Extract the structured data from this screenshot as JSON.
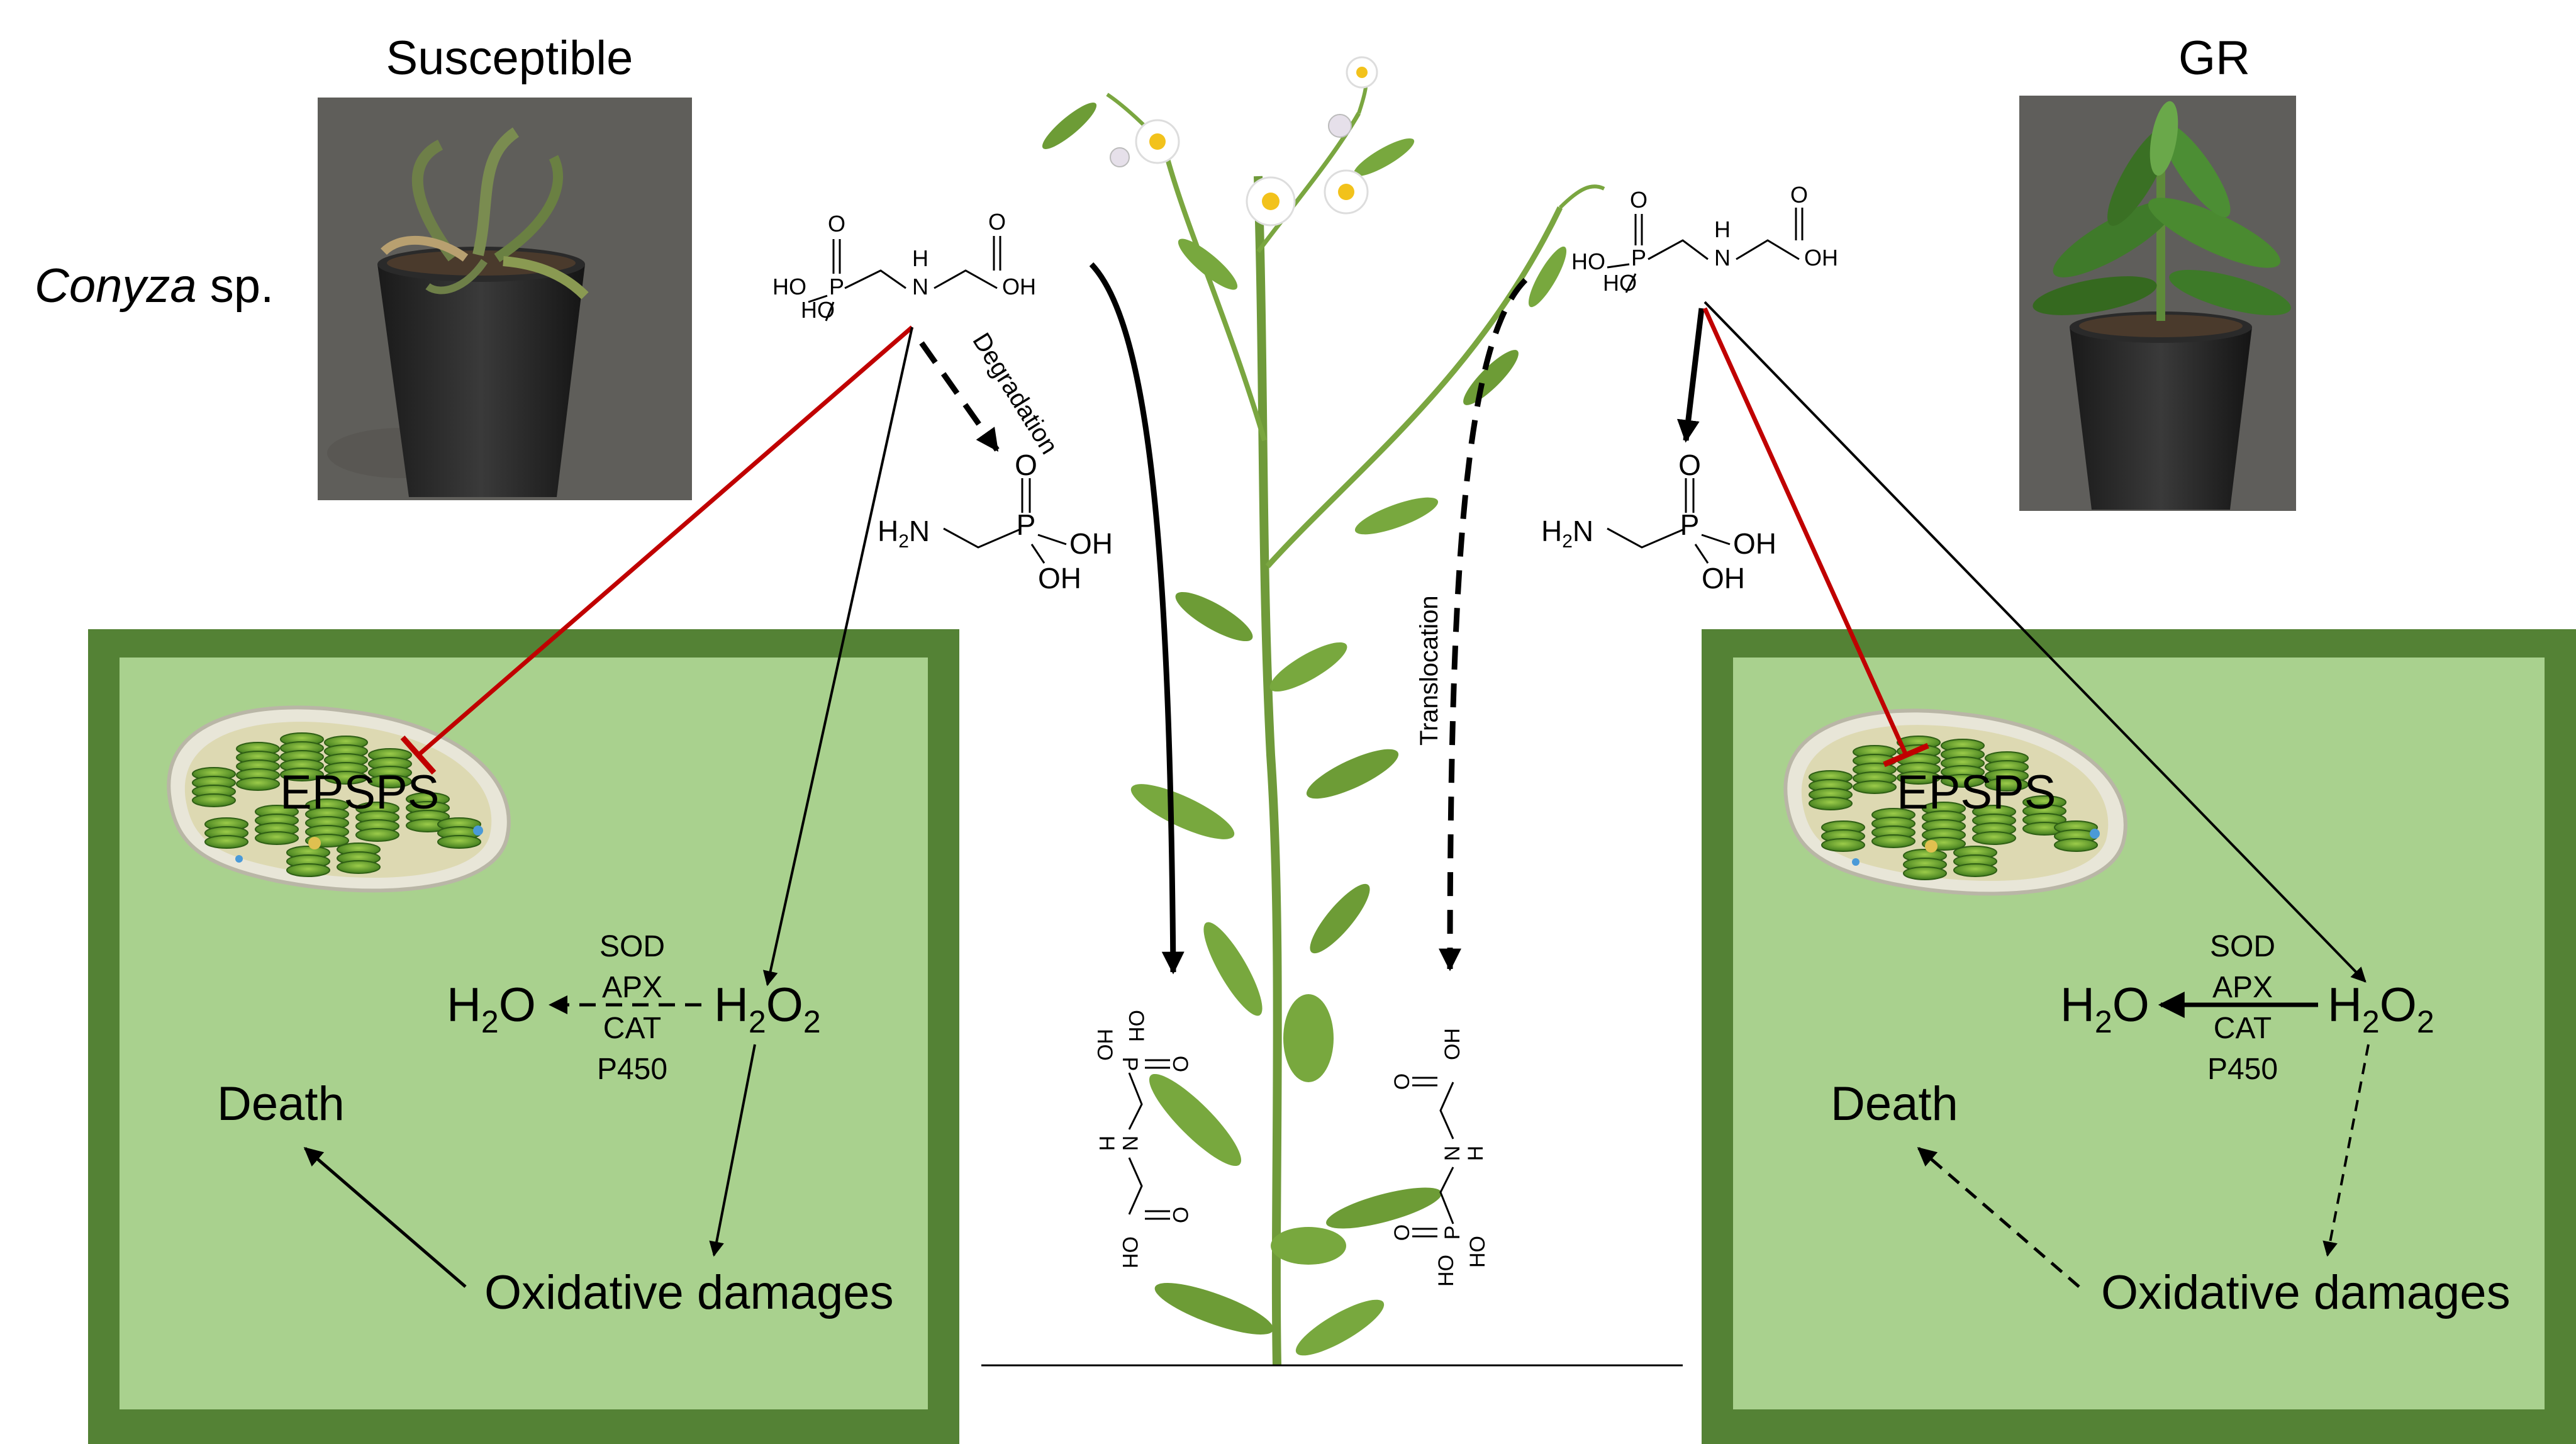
{
  "header": {
    "left_title": "Susceptible",
    "right_title": "GR",
    "species_italic": "Conyza",
    "species_suffix": " sp."
  },
  "chemistry": {
    "ho": "HO",
    "oh": "OH",
    "o": "O",
    "p": "P",
    "n": "N",
    "h": "H",
    "h2n_h": "H",
    "h2n_2": "2",
    "h2n_n": "N"
  },
  "arrows": {
    "degradation": "Degradation",
    "translocation": "Translocation"
  },
  "left_panel": {
    "enzyme": "EPSPS",
    "product_h": "H",
    "product_2": "2",
    "product_o": "O",
    "peroxide_h": "H",
    "peroxide_2a": "2",
    "peroxide_o": "O",
    "peroxide_2b": "2",
    "enzymes": [
      "SOD",
      "APX",
      "CAT",
      "P450"
    ],
    "death": "Death",
    "damage": "Oxidative damages"
  },
  "right_panel": {
    "enzyme": "EPSPS",
    "product_h": "H",
    "product_2": "2",
    "product_o": "O",
    "peroxide_h": "H",
    "peroxide_2a": "2",
    "peroxide_o": "O",
    "peroxide_2b": "2",
    "enzymes": [
      "SOD",
      "APX",
      "CAT",
      "P450"
    ],
    "death": "Death",
    "damage": "Oxidative damages"
  },
  "colors": {
    "panel_outer": "#548235",
    "panel_inner": "#a9d18e",
    "inhibition": "#c00000",
    "stem": "#6f9a3a",
    "leaf": "#78a83e",
    "soil": "#4a3a2c"
  },
  "icons": [
    "chloroplast-icon",
    "plant-illustration",
    "potted-plant-photo"
  ]
}
